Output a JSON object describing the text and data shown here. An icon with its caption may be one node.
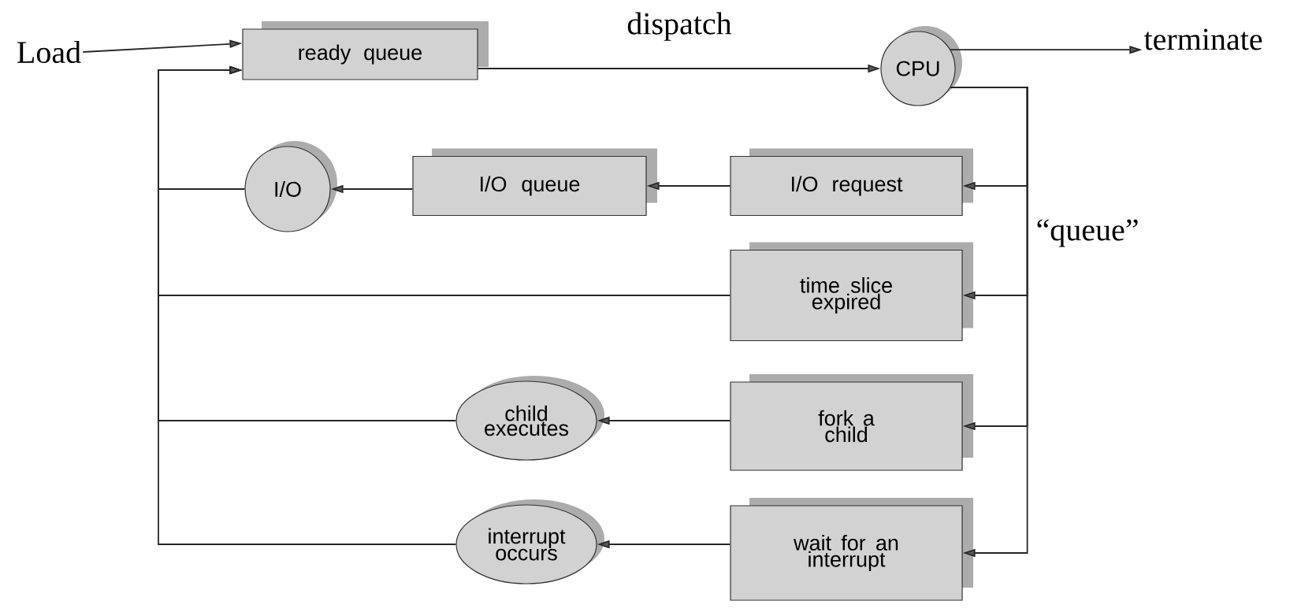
{
  "diagram": {
    "nodes": [
      {
        "text": [
          "Load"
        ]
      },
      {
        "text": [
          "ready queue"
        ]
      },
      {
        "text": [
          "CPU"
        ]
      },
      {
        "text": [
          "terminate"
        ]
      },
      {
        "text": [
          "I/O"
        ]
      },
      {
        "text": [
          "I/O queue"
        ]
      },
      {
        "text": [
          "I/O request"
        ]
      },
      {
        "text": [
          "time slice expired"
        ]
      },
      {
        "text": [
          "child executes"
        ]
      },
      {
        "text": [
          "fork a child"
        ]
      },
      {
        "text": [
          "interrupt occurs"
        ]
      },
      {
        "text": [
          "wait for an interrupt"
        ]
      }
    ],
    "edges": [
      {
        "from": 0,
        "to": 1,
        "arrow": "to"
      },
      {
        "from": 1,
        "to": 2,
        "arrow": "to",
        "label": "dispatch"
      },
      {
        "from": 2,
        "to": 3,
        "arrow": "to"
      },
      {
        "from": 2,
        "to": 6,
        "arrow": "to"
      },
      {
        "from": 2,
        "to": 7,
        "arrow": "to"
      },
      {
        "from": 2,
        "to": 9,
        "arrow": "to"
      },
      {
        "from": 2,
        "to": 11,
        "arrow": "to"
      },
      {
        "from": 6,
        "to": 5,
        "arrow": "to"
      },
      {
        "from": 5,
        "to": 4,
        "arrow": "to"
      },
      {
        "from": 4,
        "to": 1,
        "arrow": "to"
      },
      {
        "from": 7,
        "to": 1,
        "arrow": "to"
      },
      {
        "from": 9,
        "to": 8,
        "arrow": "to"
      },
      {
        "from": 8,
        "to": 1,
        "arrow": "to"
      },
      {
        "from": 11,
        "to": 10,
        "arrow": "to"
      },
      {
        "from": 10,
        "to": 1,
        "arrow": "to"
      }
    ],
    "labels": [
      "“queue”"
    ]
  }
}
